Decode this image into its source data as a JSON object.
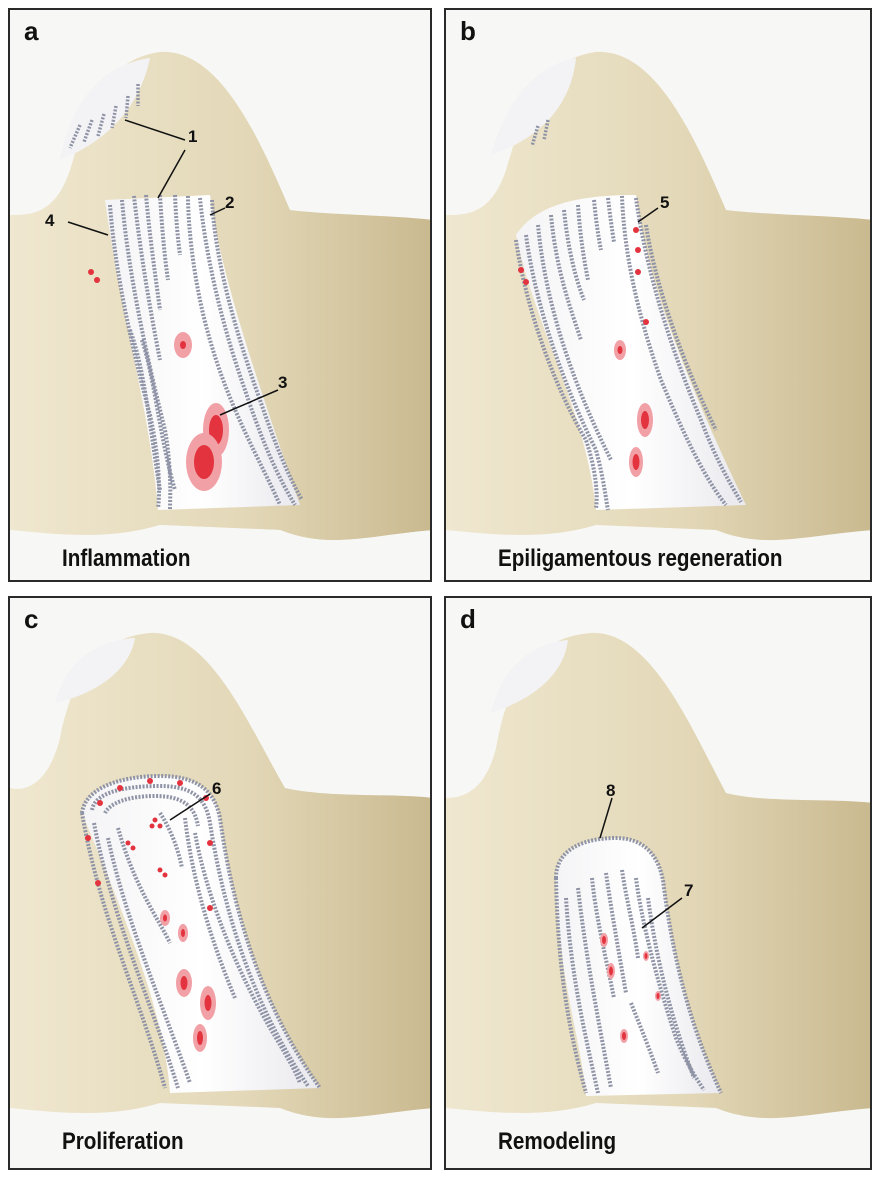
{
  "panels": [
    {
      "letter": "a",
      "title": "Inflammation",
      "labels": [
        "1",
        "2",
        "3",
        "4"
      ]
    },
    {
      "letter": "b",
      "title": "Epiligamentous regeneration",
      "labels": [
        "5"
      ]
    },
    {
      "letter": "c",
      "title": "Proliferation",
      "labels": [
        "6"
      ]
    },
    {
      "letter": "d",
      "title": "Remodeling",
      "labels": [
        "7",
        "8"
      ]
    }
  ],
  "colors": {
    "bone": "#e6dcbf",
    "bone_shadow": "#c9b98f",
    "fiber": "#8f93a6",
    "cell": "#e2333f",
    "cell_halo": "#f1a0a6",
    "border": "#2a2a2a"
  }
}
